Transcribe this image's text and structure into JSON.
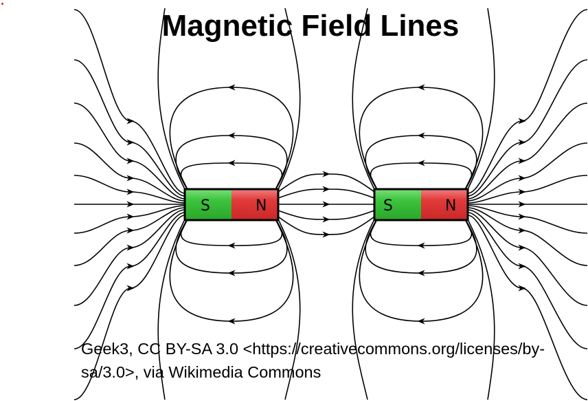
{
  "slide": {
    "title": "Magnetic Field Lines",
    "credit": "Geek3, CC BY-SA 3.0 <https://creativecommons.org/licenses/by-sa/3.0>, via Wikimedia Commons"
  },
  "magnets": [
    {
      "south_label": "S",
      "north_label": "N"
    },
    {
      "south_label": "S",
      "north_label": "N"
    }
  ],
  "colors": {
    "south": "#3ec43e",
    "north": "#e23a3a",
    "lines": "#000000",
    "marker": "#e02020"
  }
}
